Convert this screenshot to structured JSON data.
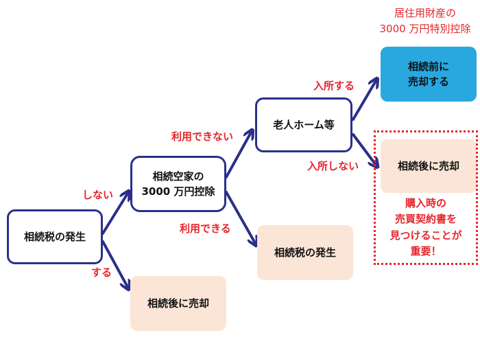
{
  "nodes": {
    "root": "相続税の発生",
    "vacant_line1": "相続空家の",
    "vacant_line2": "3000 万円控除",
    "nursing": "老人ホーム等",
    "sell_before_line1": "相続前に",
    "sell_before_line2": "売却する",
    "sell_after_top": "相続後に売却",
    "tax_again": "相続税の発生",
    "sell_after_bottom": "相続後に売却"
  },
  "edge_labels": {
    "no": "しない",
    "yes": "する",
    "cannot_use": "利用できない",
    "can_use": "利用できる",
    "enter": "入所する",
    "not_enter": "入所しない"
  },
  "notes": {
    "residence_line1": "居住用財産の",
    "residence_line2": "3000 万円特別控除",
    "purchase_line1": "購入時の",
    "purchase_line2": "売買契約書を",
    "purchase_line3": "見つけることが",
    "purchase_line4": "重要！"
  },
  "colors": {
    "navy": "#2b2f8a",
    "red": "#e4262c",
    "peach": "#fbe5d6",
    "blue": "#29a8e0"
  }
}
